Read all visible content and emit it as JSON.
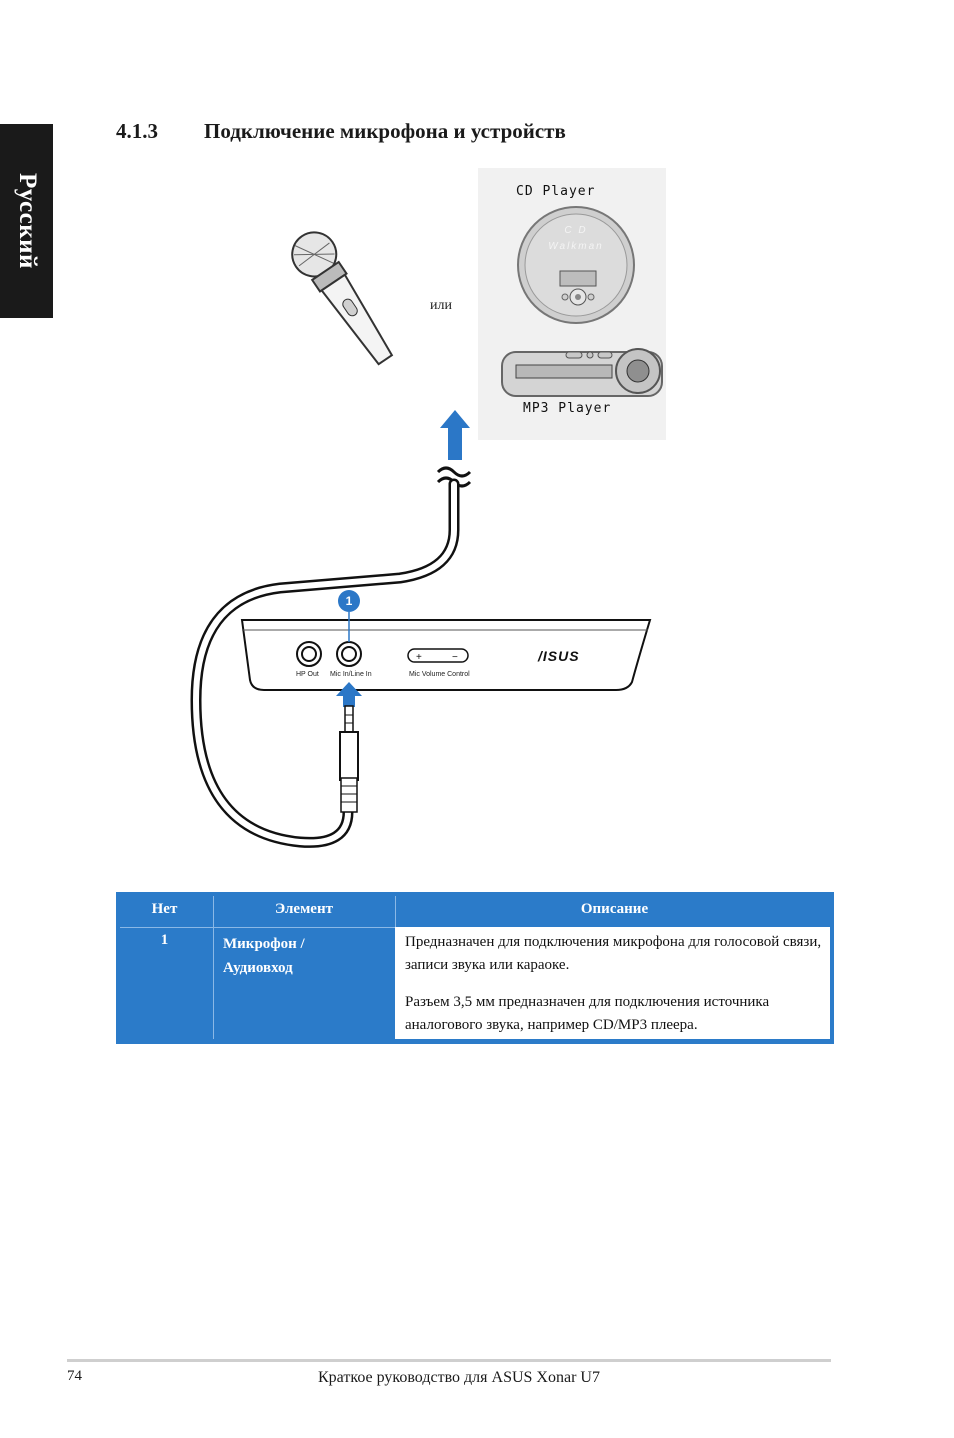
{
  "side_tab": {
    "label": "Русский"
  },
  "section": {
    "number": "4.1.3",
    "title": "Подключение микрофона и устройств"
  },
  "diagram": {
    "cd_player_label": "CD Player",
    "cd_brand_line1": "C D",
    "cd_brand_line2": "Walkman",
    "or_text": "или",
    "mp3_player_label": "MP3 Player",
    "callout_number": "1",
    "port_hp_out": "HP Out",
    "port_mic_in": "Mic In/Line In",
    "mic_volume_control": "Mic Volume Control",
    "vol_plus": "+",
    "vol_minus": "−",
    "brand_logo": "/ISUS"
  },
  "table": {
    "headers": {
      "col1": "Нет",
      "col2": "Элемент",
      "col3": "Описание"
    },
    "rows": [
      {
        "num": "1",
        "item_line1": "Микрофон /",
        "item_line2": "Аудиовход",
        "desc1": "Предназначен для подключения микрофона для голосовой связи, записи звука или караоке.",
        "desc2": "Разъем 3,5 мм предназначен для подключения источника аналогового звука, например CD/MP3 плеера."
      }
    ],
    "colors": {
      "header_bg": "#2b7bc9"
    }
  },
  "footer": {
    "page_number": "74",
    "title": "Краткое руководство для ASUS Xonar U7"
  }
}
